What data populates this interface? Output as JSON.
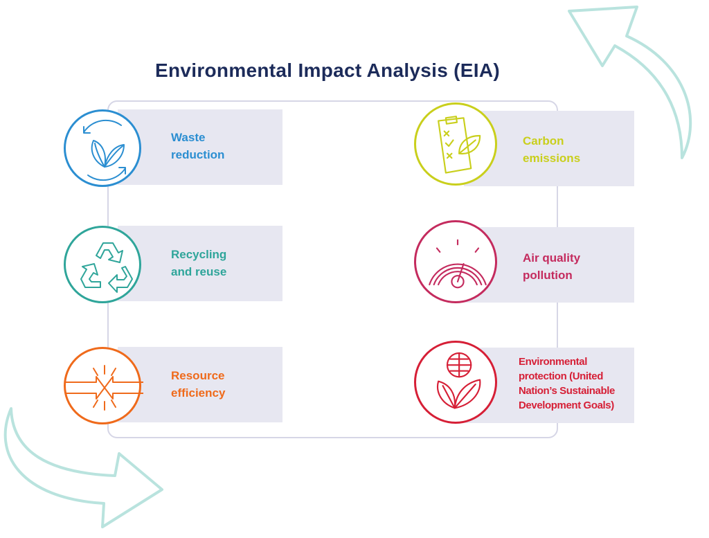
{
  "title": "Environmental Impact Analysis (EIA)",
  "items": [
    {
      "label_line1": "Waste",
      "label_line2": "reduction",
      "color": "#2b8ed1",
      "icon": "leaves-cycle-icon"
    },
    {
      "label_line1": "Recycling",
      "label_line2": "and reuse",
      "color": "#2fa59a",
      "icon": "recycle-icon"
    },
    {
      "label_line1": "Resource",
      "label_line2": "efficiency",
      "color": "#ef6a1b",
      "icon": "converging-arrows-icon"
    },
    {
      "label_line1": "Carbon",
      "label_line2": "emissions",
      "color": "#c9cf1c",
      "icon": "clipboard-leaf-icon"
    },
    {
      "label_line1": "Air quality",
      "label_line2": "pollution",
      "color": "#c42b5e",
      "icon": "gauge-icon"
    },
    {
      "label_lines": [
        "Environmental",
        "protection (United",
        "Nation’s Sustainable",
        "Development Goals)"
      ],
      "color": "#d61f36",
      "icon": "globe-leaves-icon"
    }
  ],
  "colors": {
    "title": "#1c2b5a",
    "panel": "#e7e7f1",
    "frame": "#d6d6e6",
    "arrows": "#b9e3de"
  }
}
